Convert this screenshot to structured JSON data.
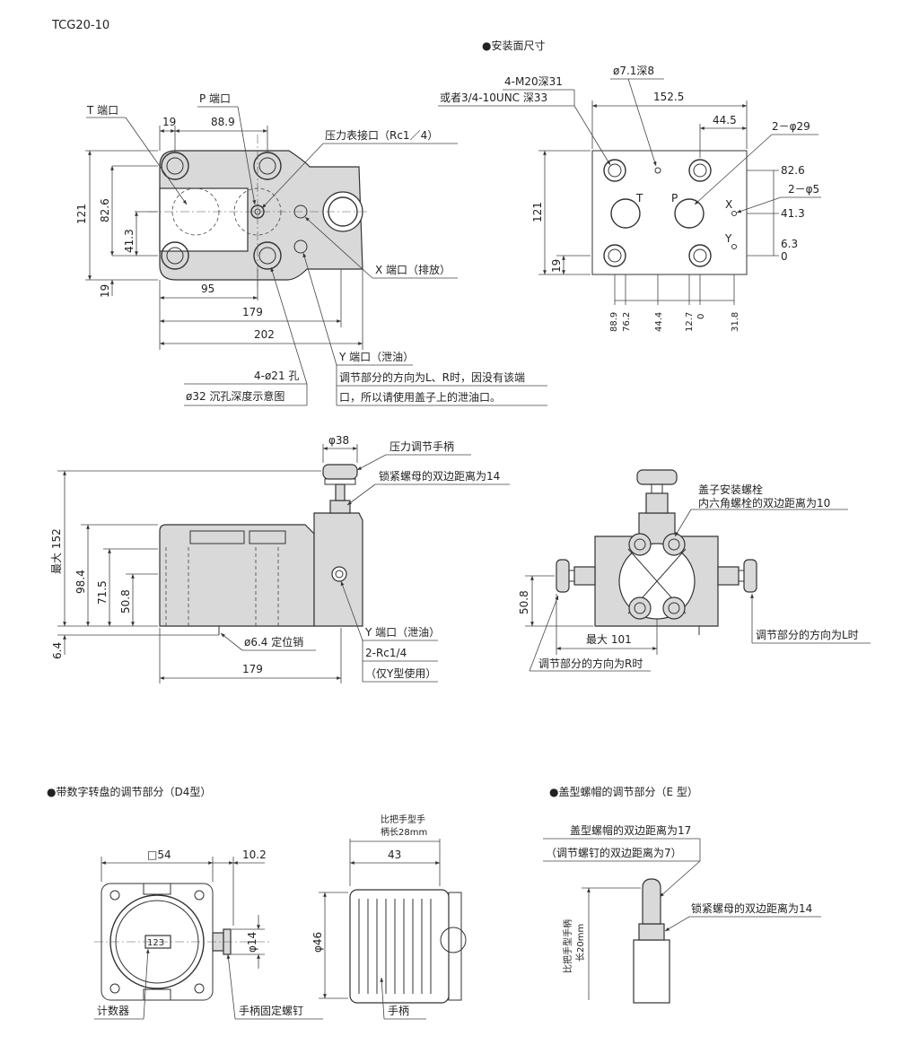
{
  "title": "TCG20-10",
  "views": {
    "top": {
      "t_port": "T 端口",
      "p_port": "P 端口",
      "gauge_port": "压力表接口（Rc1／4）",
      "x_port": "X 端口（排放）",
      "y_port": "Y 端口（泄油）",
      "y_note_1": "调节部分的方向为L、R时，因没有该端",
      "y_note_2": "口，所以请使用盖子上的泄油口。",
      "holes": "4-ø21 孔",
      "holes_note": "ø32 沉孔深度示意图",
      "d19_top": "19",
      "d889": "88.9",
      "d121": "121",
      "d826": "82.6",
      "d413": "41.3",
      "d19_left": "19",
      "d95": "95",
      "d179": "179",
      "d202": "202"
    },
    "mounting": {
      "heading": "●安装面尺寸",
      "bolt_1": "4-M20深31",
      "bolt_2": "或者3/4-10UNC 深33",
      "pin": "ø7.1深8",
      "d1525": "152.5",
      "d445": "44.5",
      "ports": "2－φ29",
      "d826": "82.6",
      "small": "2－φ5",
      "d413": "41.3",
      "d63": "6.3",
      "d0r": "0",
      "d121": "121",
      "d19": "19",
      "lbl_t": "T",
      "lbl_p": "P",
      "lbl_x": "X",
      "lbl_y": "Y",
      "bottom_dims": [
        "88.9",
        "76.2",
        "44.4",
        "12.7",
        "0",
        "31.8"
      ]
    },
    "side": {
      "d38": "φ38",
      "handle": "压力调节手柄",
      "locknut": "锁紧螺母的双边距离为14",
      "max152": "最大 152",
      "d984": "98.4",
      "d715": "71.5",
      "d508": "50.8",
      "d64": "6.4",
      "pin": "ø6.4 定位销",
      "y_port": "Y 端口（泄油）",
      "rc": "2-Rc1/4",
      "y_only": "（仅Y型使用）",
      "d179": "179"
    },
    "front": {
      "cover_bolt_1": "盖子安装螺栓",
      "cover_bolt_2": "内六角螺栓的双边距离为10",
      "d508": "50.8",
      "max101": "最大 101",
      "dir_r": "调节部分的方向为R时",
      "dir_l": "调节部分的方向为L时"
    },
    "d4": {
      "heading": "●带数字转盘的调节部分（D4型）",
      "d54": "□54",
      "d102": "10.2",
      "d14": "φ14",
      "counter": "计数器",
      "counter_digits": "123",
      "screw": "手柄固定螺钉",
      "ratio_1": "比把手型手",
      "ratio_2": "柄长28mm",
      "d43": "43",
      "d46": "φ46",
      "handle": "手柄"
    },
    "e": {
      "heading": "●盖型螺帽的调节部分（E 型）",
      "cap_nut": "盖型螺帽的双边距离为17",
      "screw": "（调节螺钉的双边距离为7）",
      "locknut": "锁紧螺母的双边距离为14",
      "ratio_1": "比把手型手柄",
      "ratio_2": "长20mm"
    }
  }
}
